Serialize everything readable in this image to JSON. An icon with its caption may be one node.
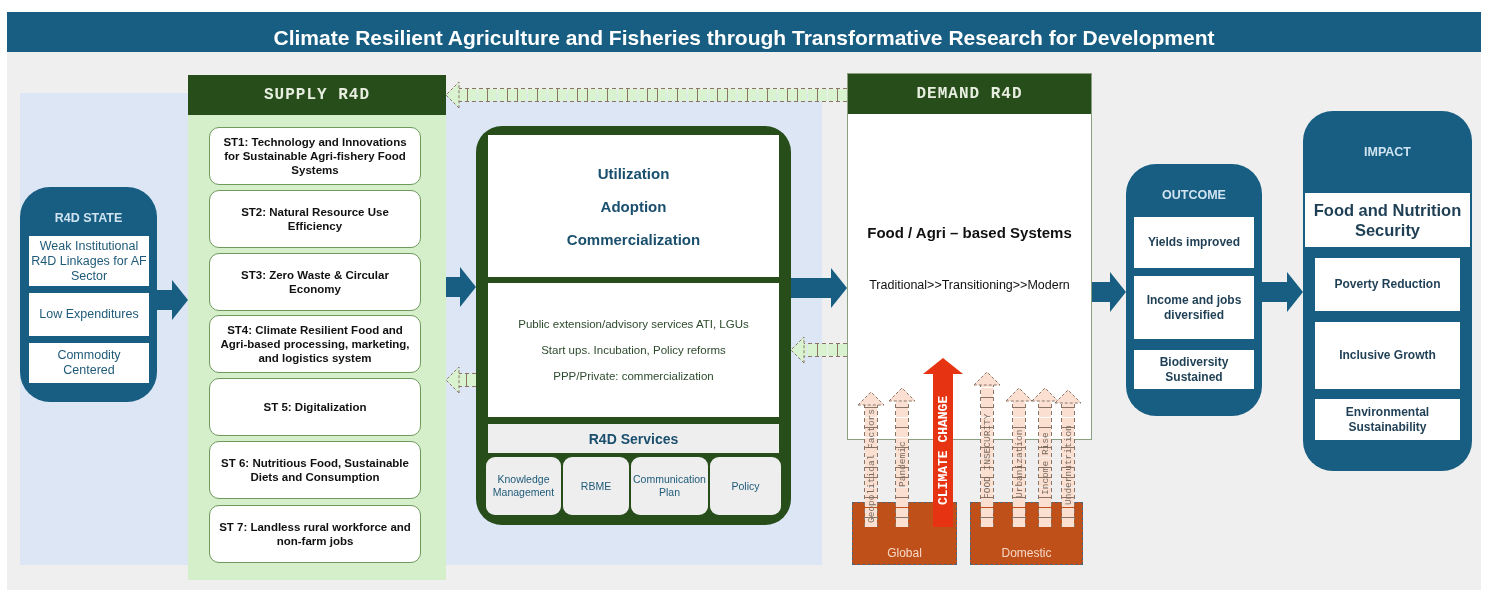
{
  "diagram": {
    "title": "Climate Resilient Agriculture and Fisheries through Transformative Research for Development",
    "nodes": [
      {
        "text": [
          "R4D STATE"
        ]
      },
      {
        "text": [
          "Weak Institutional R4D Linkages for AF Sector"
        ],
        "in": 0
      },
      {
        "text": [
          "Low Expenditures"
        ],
        "in": 0
      },
      {
        "text": [
          "Commodity Centered"
        ],
        "in": 0
      },
      {
        "text": [
          "SUPPLY R4D"
        ]
      },
      {
        "text": [
          "ST1: Technology and Innovations for Sustainable Agri-fishery Food Systems"
        ],
        "in": 4
      },
      {
        "text": [
          "ST2: Natural Resource Use Efficiency"
        ],
        "in": 4
      },
      {
        "text": [
          "ST3: Zero Waste & Circular Economy"
        ],
        "in": 4
      },
      {
        "text": [
          "ST4: Climate Resilient Food and Agri-based processing, marketing, and logistics system"
        ],
        "in": 4
      },
      {
        "text": [
          "ST 5: Digitalization"
        ],
        "in": 4
      },
      {
        "text": [
          "ST 6: Nutritious Food, Sustainable Diets and Consumption"
        ],
        "in": 4
      },
      {
        "text": [
          "ST 7: Landless rural workforce and non-farm jobs"
        ],
        "in": 4
      },
      {
        "text": [],
        "shape": "box"
      },
      {
        "text": [
          "Utilization",
          "Adoption",
          "Commercialization"
        ],
        "in": 12
      },
      {
        "text": [
          "Public extension/advisory services ATI, LGUs",
          "Start ups. Incubation, Policy reforms",
          "PPP/Private: commercialization"
        ],
        "in": 12
      },
      {
        "text": [
          "R4D Services"
        ],
        "in": 12
      },
      {
        "text": [
          "Knowledge Management"
        ],
        "in": 12
      },
      {
        "text": [
          "RBME"
        ],
        "in": 12
      },
      {
        "text": [
          "Communication Plan"
        ],
        "in": 12
      },
      {
        "text": [
          "Policy"
        ],
        "in": 12
      },
      {
        "text": [
          "DEMAND R4D",
          "Food / Agri – based Systems",
          "Traditional>>Transitioning>>Modern"
        ]
      },
      {
        "text": [
          "Global"
        ]
      },
      {
        "text": [
          "Domestic"
        ]
      },
      {
        "text": [
          "OUTCOME"
        ]
      },
      {
        "text": [
          "Yields improved"
        ],
        "in": 23
      },
      {
        "text": [
          "Income and jobs diversified"
        ],
        "in": 23
      },
      {
        "text": [
          "Biodiversity Sustained"
        ],
        "in": 23
      },
      {
        "text": [
          "IMPACT"
        ]
      },
      {
        "text": [
          "Food and Nutrition Security"
        ],
        "in": 27
      },
      {
        "text": [
          "Poverty Reduction"
        ],
        "in": 27
      },
      {
        "text": [
          "Inclusive Growth"
        ],
        "in": 27
      },
      {
        "text": [
          "Environmental Sustainability"
        ],
        "in": 27
      }
    ],
    "edges": [
      {
        "from": 0,
        "to": 4,
        "arrow": "to",
        "color": "#175e82"
      },
      {
        "from": 4,
        "to": 12,
        "arrow": "to",
        "color": "#175e82"
      },
      {
        "from": 12,
        "to": 20,
        "arrow": "to",
        "color": "#175e82"
      },
      {
        "from": 20,
        "to": 23,
        "arrow": "to",
        "color": "#175e82"
      },
      {
        "from": 23,
        "to": 27,
        "arrow": "to",
        "color": "#175e82"
      },
      {
        "from": 20,
        "to": 4,
        "arrow": "to",
        "style": "dashed",
        "color": "#d9f2d0"
      },
      {
        "from": 12,
        "to": 4,
        "arrow": "to",
        "style": "dashed",
        "color": "#d9f2d0"
      },
      {
        "from": 20,
        "to": 12,
        "arrow": "to",
        "style": "dashed",
        "color": "#d9f2d0"
      },
      {
        "from": 21,
        "to": 20,
        "arrow": "to",
        "style": "dashed",
        "label": "Geopolitical Factors"
      },
      {
        "from": 21,
        "to": 20,
        "arrow": "to",
        "style": "dashed",
        "label": "Pandemic"
      },
      {
        "from": 21,
        "to": 20,
        "arrow": "to",
        "color": "#e63312",
        "label": "CLIMATE CHANGE"
      },
      {
        "from": 22,
        "to": 20,
        "arrow": "to",
        "style": "dashed",
        "label": "FOOD INSECURITY"
      },
      {
        "from": 22,
        "to": 20,
        "arrow": "to",
        "style": "dashed",
        "label": "Urbanization"
      },
      {
        "from": 22,
        "to": 20,
        "arrow": "to",
        "style": "dashed",
        "label": "Income Rise"
      },
      {
        "from": 22,
        "to": 20,
        "arrow": "to",
        "style": "dashed",
        "label": "Undernutrition"
      }
    ]
  }
}
